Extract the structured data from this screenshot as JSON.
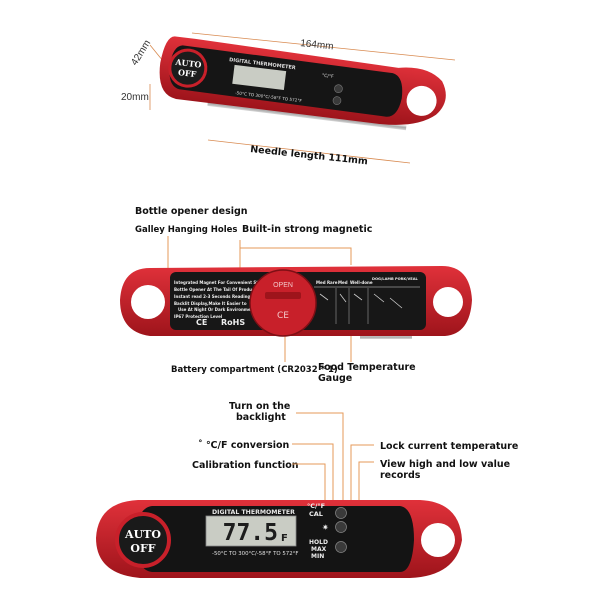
{
  "top": {
    "dim_length": "164mm",
    "dim_width": "42mm",
    "dim_height": "20mm",
    "dim_needle": "Needle length 111mm",
    "brand_title": "DIGITAL THERMOMETER",
    "auto_line1": "AUTO",
    "auto_line2": "OFF",
    "range": "-50°C TO 300°C/-58°F TO 572°F",
    "btn_unit": "°C/°F"
  },
  "middle": {
    "label_bottle_opener": "Bottle opener design",
    "label_hanging": "Galley Hanging Holes",
    "label_magnetic": "Built-in strong magnetic",
    "label_battery": "Battery compartment (CR2032 * 1)",
    "label_gauge_line1": "Food Temperature",
    "label_gauge_line2": "Gauge",
    "cover_text": "OPEN",
    "ce_mark": "CE",
    "rohs_mark": "RoHS",
    "features": [
      "Integrated Magnet For Convenient Storage",
      "Bottle Opener At The Tail Of Product",
      "Instant read 2-3 Seconds Readings",
      "Backlit Display,Make It Easier to",
      "Use At Night Or Dark Environment",
      "IP67 Protection Level"
    ],
    "gauge_headers": [
      "Med Rare",
      "Med",
      "Well-done",
      "DOG/LAMB PORK/VEAL"
    ]
  },
  "bottom": {
    "label_backlight_line1": "Turn on the",
    "label_backlight_line2": "backlight",
    "label_conversion": "˚ ℃/F conversion",
    "label_calibration": "Calibration function",
    "label_lock": "Lock current temperature",
    "label_view_line1": "View high and low value",
    "label_view_line2": "records",
    "brand_title": "DIGITAL THERMOMETER",
    "display_value": "77.5",
    "display_unit": "F",
    "range": "-50°C TO 300°C/-58°F TO 572°F",
    "btn_unit_line1": "°C/°F",
    "btn_unit_line2": "CAL",
    "btn_hold_line1": "HOLD",
    "btn_hold_line2": "MAX",
    "btn_hold_line3": "MIN",
    "auto_line1": "AUTO",
    "auto_line2": "OFF"
  },
  "colors": {
    "body_red": "#c8202a",
    "dark_red": "#8e1118",
    "panel_black": "#141414",
    "lcd": "#c9ccc4",
    "leader_orange": "#e59a5a"
  }
}
